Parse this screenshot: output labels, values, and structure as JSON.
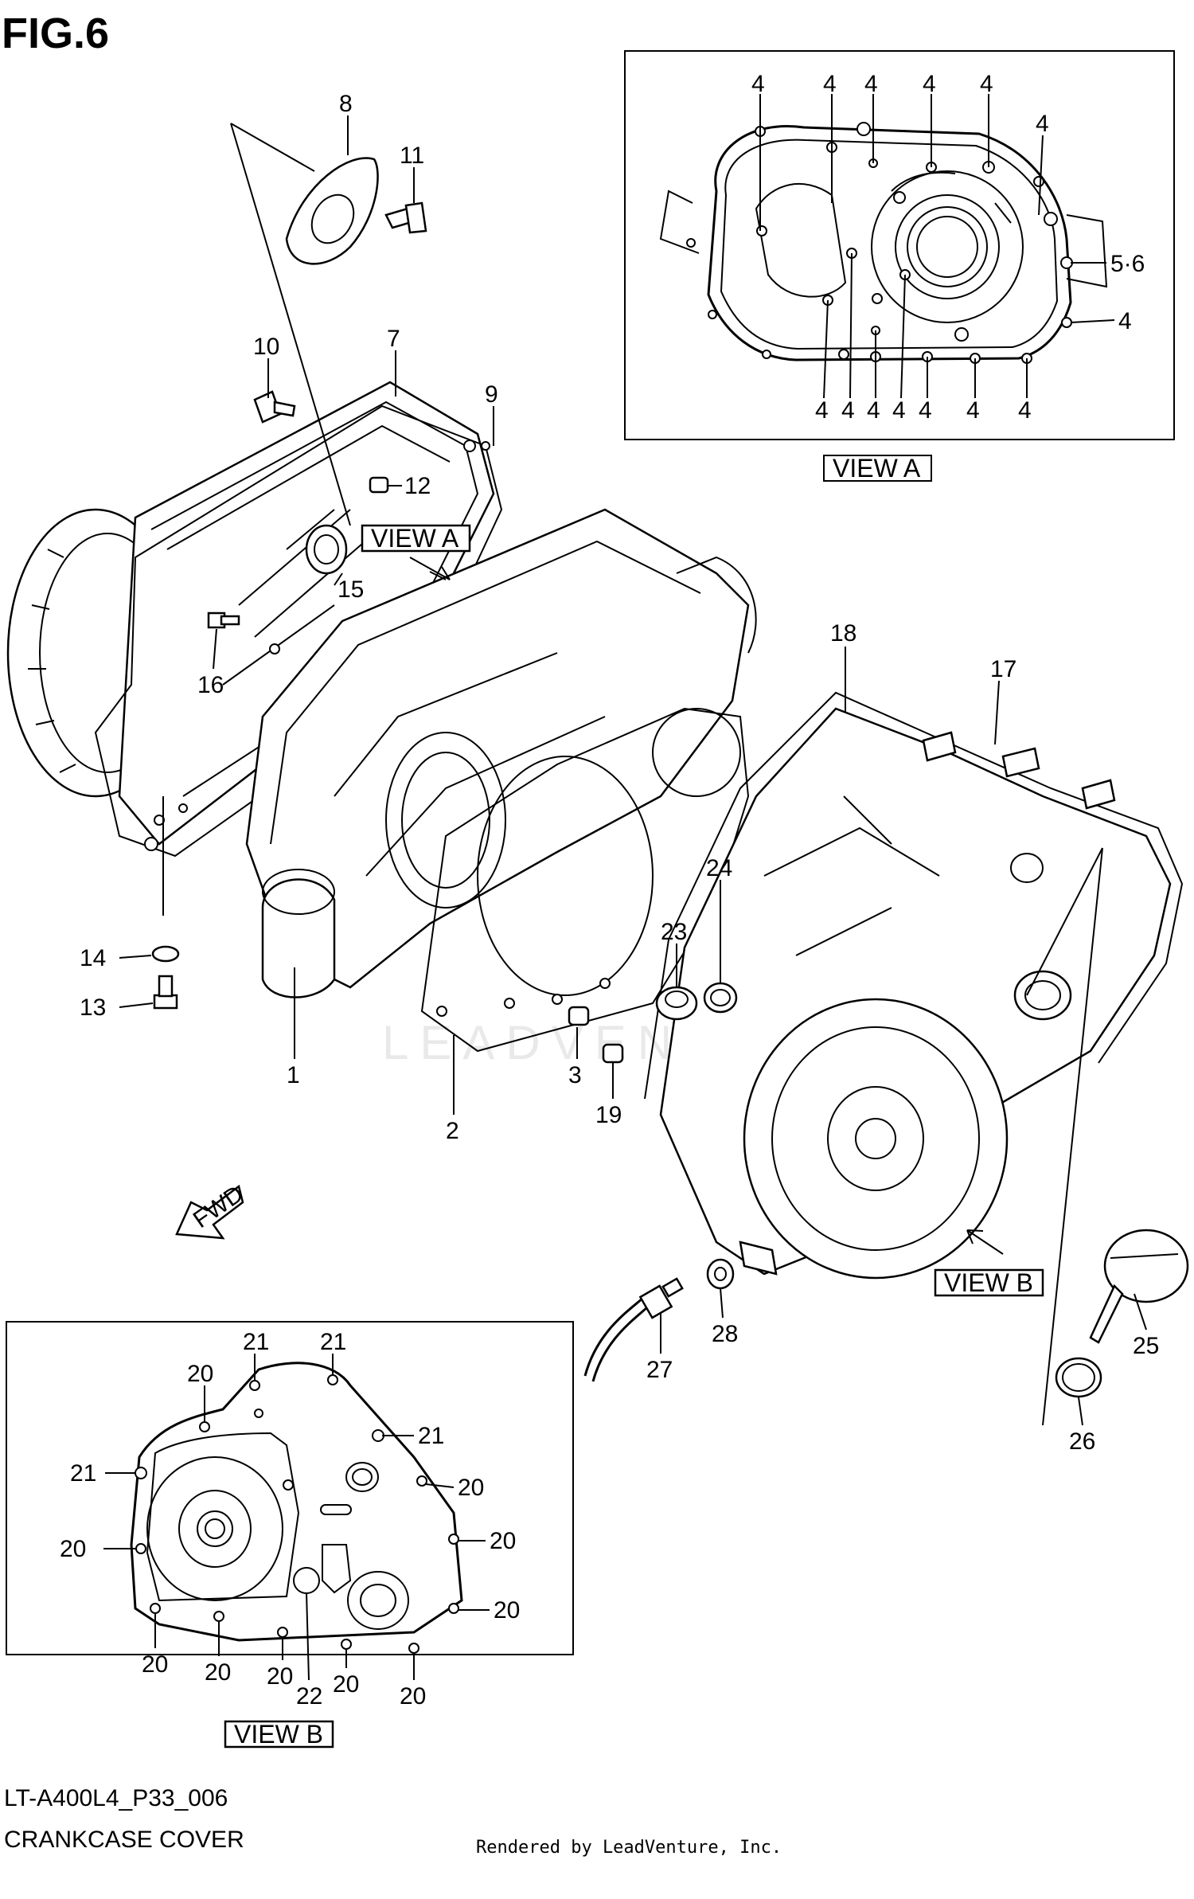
{
  "figure": {
    "title": "FIG.6",
    "code": "LT-A400L4_P33_006",
    "name": "CRANKCASE COVER",
    "rendered_by": "Rendered by LeadVenture, Inc.",
    "watermark": "LEADVENTURE"
  },
  "views": {
    "view_a": "VIEW A",
    "view_b": "VIEW B",
    "fwd": "FWD"
  },
  "part_numbers": {
    "p1": "1",
    "p2": "2",
    "p3": "3",
    "p7": "7",
    "p8": "8",
    "p9": "9",
    "p10": "10",
    "p11": "11",
    "p12": "12",
    "p13": "13",
    "p14": "14",
    "p15": "15",
    "p16": "16",
    "p17": "17",
    "p18": "18",
    "p19": "19",
    "p22": "22",
    "p23": "23",
    "p24": "24",
    "p25": "25",
    "p26": "26",
    "p27": "27",
    "p28": "28"
  },
  "view_a_labels": {
    "bolt": "4",
    "dowel": "5·6"
  },
  "view_b_labels": {
    "bolt_a": "20",
    "bolt_b": "21",
    "plug": "22"
  }
}
